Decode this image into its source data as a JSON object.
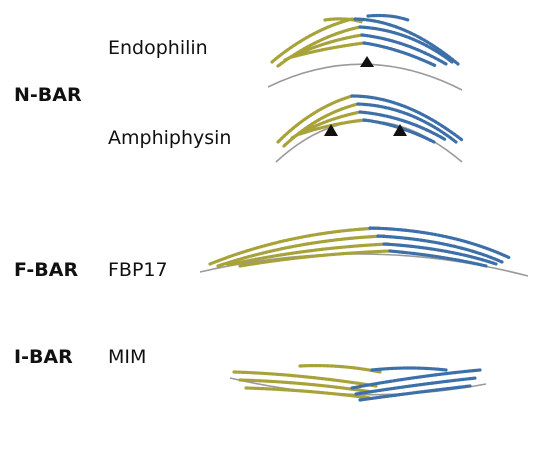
{
  "groups": [
    {
      "family": "N-BAR",
      "proteins": [
        "Endophilin",
        "Amphiphysin"
      ]
    },
    {
      "family": "F-BAR",
      "proteins": [
        "FBP17"
      ]
    },
    {
      "family": "I-BAR",
      "proteins": [
        "MIM"
      ]
    }
  ],
  "colors": {
    "monomer_a": "#a7a33a",
    "monomer_b": "#3d6fa9",
    "membrane": "#9a9a9a",
    "marker": "#111111"
  }
}
